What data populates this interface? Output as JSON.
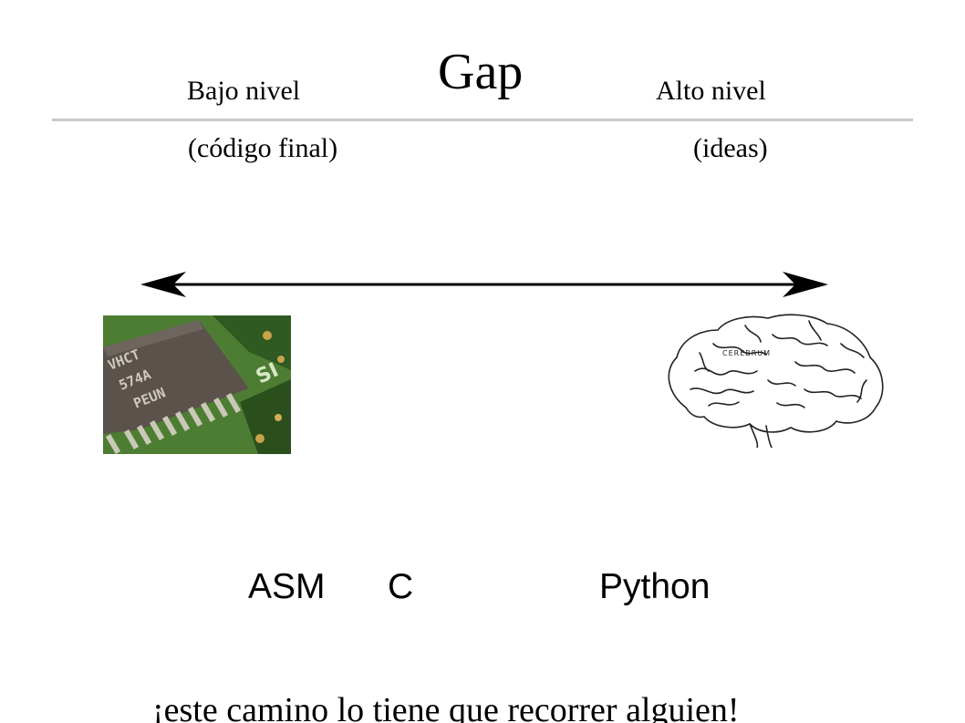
{
  "slide": {
    "title": "Gap",
    "left_label": "Bajo nivel",
    "right_label": "Alto nivel",
    "left_sublabel": "(código final)",
    "right_sublabel": "(ideas)",
    "languages": [
      "ASM",
      "C",
      "Python"
    ],
    "footer": "¡este camino lo tiene que recorrer alguien!",
    "chip_text": [
      "VHCT",
      "574A",
      "PEUN"
    ],
    "brain_text": "CEREBRUM"
  }
}
